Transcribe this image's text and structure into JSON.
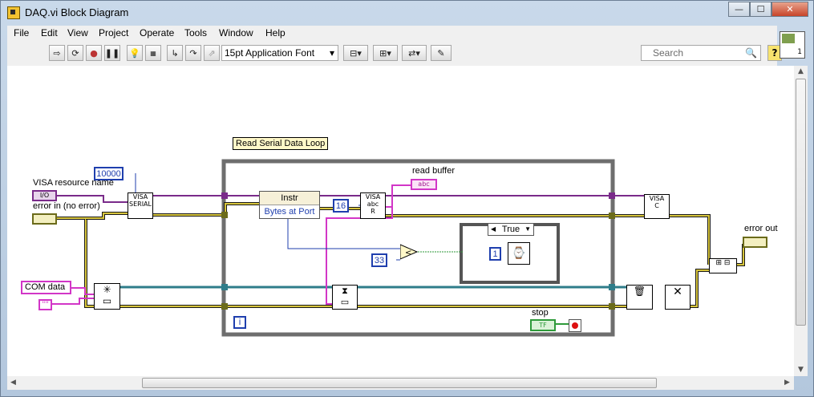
{
  "window": {
    "title": "DAQ.vi Block Diagram",
    "min": "—",
    "max": "☐",
    "close": "✕"
  },
  "menu": [
    "File",
    "Edit",
    "View",
    "Project",
    "Operate",
    "Tools",
    "Window",
    "Help"
  ],
  "toolbar": {
    "font": "15pt Application Font",
    "search_placeholder": "Search",
    "help": "?"
  },
  "vi_icon": {
    "label": "1"
  },
  "diagram": {
    "loop_label": "Read Serial Data Loop",
    "visa_resource": "VISA resource name",
    "visa_resource_tag": "I/O",
    "error_in": "error in (no error)",
    "timeout_const": "10000",
    "read_buffer": "read buffer",
    "read_buffer_tag": "abc",
    "property_node_class": "Instr",
    "property_node_prop": "Bytes at Port",
    "bytes_const": "16",
    "compare_const": "33",
    "case_selector": "True",
    "wait_const": "1",
    "com_data": "COM data",
    "empty_string": "\"\"",
    "stop": "stop",
    "stop_tag": "TF",
    "iteration": "i",
    "error_out": "error out"
  }
}
